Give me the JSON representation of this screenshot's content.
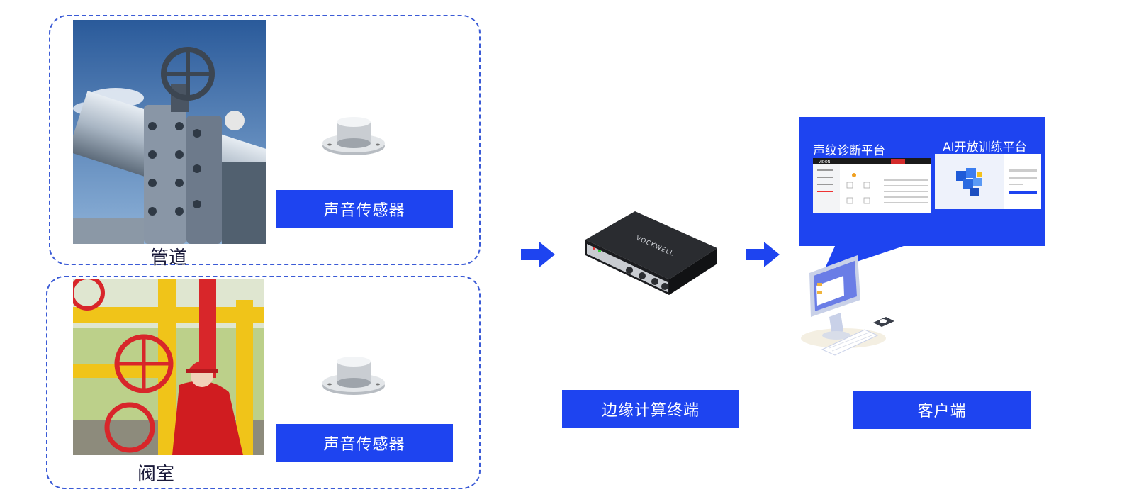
{
  "groups": [
    {
      "caption": "管道",
      "sensor_label": "声音传感器"
    },
    {
      "caption": "阀室",
      "sensor_label": "声音传感器"
    }
  ],
  "edge": {
    "label": "边缘计算终端",
    "device_brand": "VOCKWELL"
  },
  "client": {
    "label": "客户端",
    "panels": [
      {
        "title": "声纹诊断平台",
        "logo": "VIDON"
      },
      {
        "title": "AI开放训练平台"
      }
    ]
  },
  "colors": {
    "accent": "#1e44f0",
    "dashed_border": "#3b5bd6"
  },
  "icons": [
    "arrow-right-icon",
    "arrow-right-icon"
  ]
}
